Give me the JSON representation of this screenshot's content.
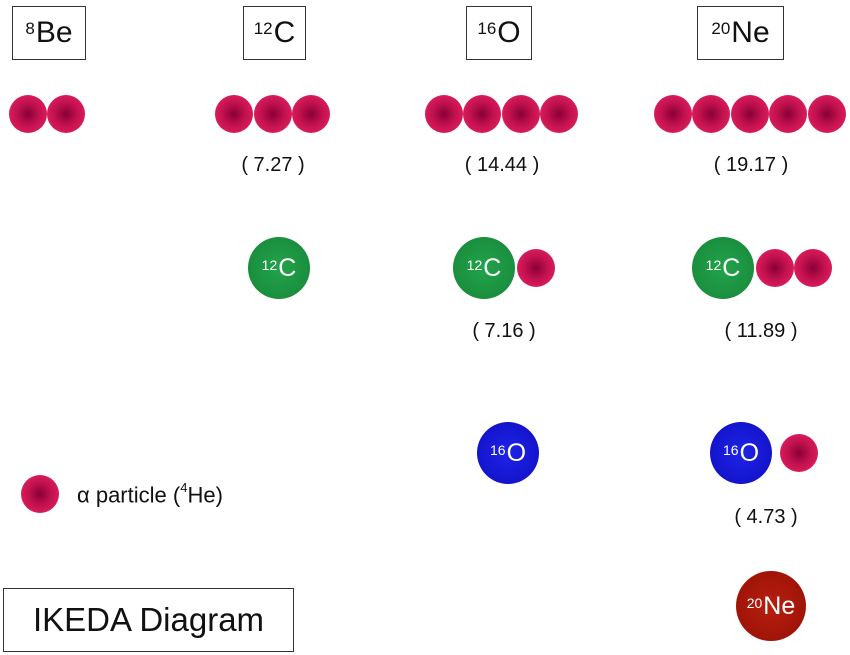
{
  "headers": [
    {
      "mass": "8",
      "symbol": "Be"
    },
    {
      "mass": "12",
      "symbol": "C"
    },
    {
      "mass": "16",
      "symbol": "O"
    },
    {
      "mass": "20",
      "symbol": "Ne"
    }
  ],
  "energies": {
    "c12_chain": "( 7.27 )",
    "o16_chain": "( 14.44 )",
    "ne20_chain": "( 19.17 )",
    "o16_c12_alpha": "( 7.16 )",
    "ne20_c12_2alpha": "( 11.89 )",
    "ne20_o16_alpha": "( 4.73 )"
  },
  "cores": {
    "c12": {
      "mass": "12",
      "symbol": "C"
    },
    "o16": {
      "mass": "16",
      "symbol": "O"
    },
    "ne20": {
      "mass": "20",
      "symbol": "Ne"
    }
  },
  "legend": {
    "prefix": "α particle (",
    "mass": "4",
    "symbol": "He",
    "suffix": ")"
  },
  "title": "IKEDA Diagram",
  "colors": {
    "alpha": "#d8185a",
    "c12_core": "#1a8f3e",
    "o16_core": "#1414cc",
    "ne20_core": "#a01408"
  }
}
